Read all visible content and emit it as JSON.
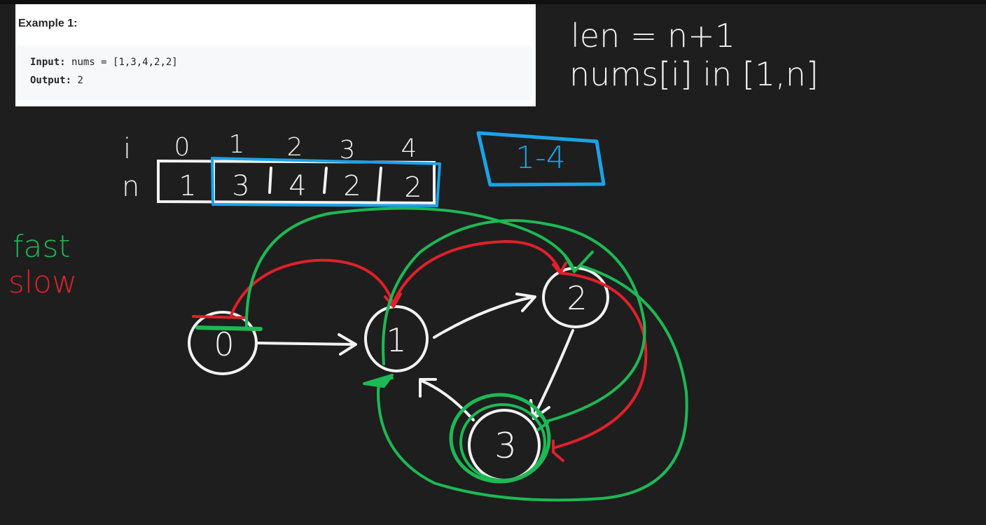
{
  "example": {
    "title": "Example 1:",
    "input_label": "Input:",
    "input_value": "nums = [1,3,4,2,2]",
    "output_label": "Output:",
    "output_value": "2"
  },
  "notes": {
    "line1": "len = n+1",
    "line2": "nums[i] in [1,n]"
  },
  "array": {
    "index_label": "i",
    "value_label": "n",
    "indices": [
      "0",
      "1",
      "2",
      "3",
      "4"
    ],
    "values": [
      "1",
      "3",
      "4",
      "2",
      "2"
    ]
  },
  "range_box": "1-4",
  "legend": {
    "fast": "fast",
    "slow": "slow"
  },
  "graph": {
    "nodes": [
      "0",
      "1",
      "2",
      "3"
    ],
    "edges": [
      [
        "0",
        "1"
      ],
      [
        "1",
        "2"
      ],
      [
        "2",
        "3"
      ],
      [
        "3",
        "1"
      ]
    ]
  },
  "colors": {
    "background": "#1e1e1e",
    "ink": "#f2f2f2",
    "highlight": "#1aa3e8",
    "fast": "#1db954",
    "slow": "#e0202a"
  }
}
